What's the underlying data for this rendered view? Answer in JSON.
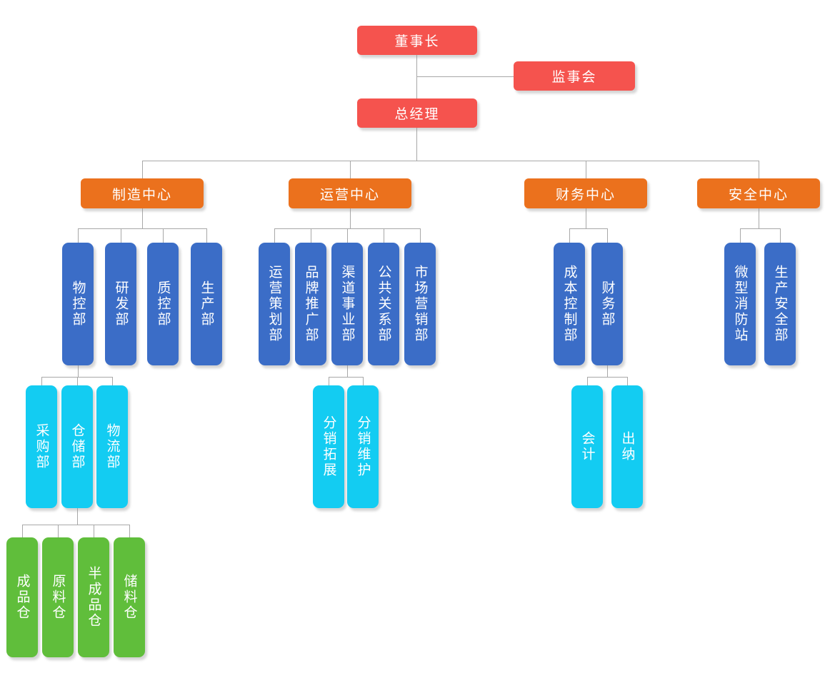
{
  "palette": {
    "red": "#f5534e",
    "orange": "#eb711d",
    "blue": "#3b6dc7",
    "cyan": "#13ccf2",
    "green": "#60be3b",
    "line": "#a8a8a8",
    "text": "#ffffff"
  },
  "org": {
    "chairman": {
      "label": "董事长"
    },
    "supervisory_board": {
      "label": "监事会"
    },
    "general_manager": {
      "label": "总经理"
    },
    "centers": [
      {
        "label": "制造中心",
        "departments": [
          {
            "label": "物控部",
            "children": [
              {
                "label": "采购部"
              },
              {
                "label": "仓储部",
                "children": [
                  {
                    "label": "成品仓"
                  },
                  {
                    "label": "原料仓"
                  },
                  {
                    "label": "半成品仓"
                  },
                  {
                    "label": "储料仓"
                  }
                ]
              },
              {
                "label": "物流部"
              }
            ]
          },
          {
            "label": "研发部"
          },
          {
            "label": "质控部"
          },
          {
            "label": "生产部"
          }
        ]
      },
      {
        "label": "运营中心",
        "departments": [
          {
            "label": "运营策划部"
          },
          {
            "label": "品牌推广部"
          },
          {
            "label": "渠道事业部",
            "children": [
              {
                "label": "分销拓展"
              },
              {
                "label": "分销维护"
              }
            ]
          },
          {
            "label": "公共关系部"
          },
          {
            "label": "市场营销部"
          }
        ]
      },
      {
        "label": "财务中心",
        "departments": [
          {
            "label": "成本控制部"
          },
          {
            "label": "财务部",
            "children": [
              {
                "label": "会计"
              },
              {
                "label": "出纳"
              }
            ]
          }
        ]
      },
      {
        "label": "安全中心",
        "departments": [
          {
            "label": "微型消防站"
          },
          {
            "label": "生产安全部"
          }
        ]
      }
    ]
  }
}
